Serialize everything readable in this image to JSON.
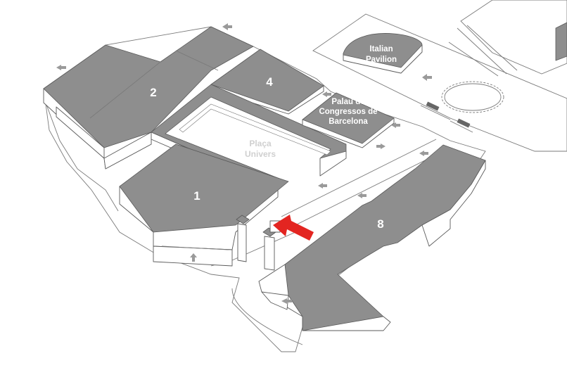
{
  "halls": {
    "hall1": {
      "label": "1"
    },
    "hall2": {
      "label": "2"
    },
    "hall4": {
      "label": "4"
    },
    "hall8": {
      "label": "8"
    },
    "palau": {
      "line1": "Palau de",
      "line2": "Congressos de",
      "line3": "Barcelona"
    },
    "italian": {
      "line1": "Italian",
      "line2": "Pavilion"
    }
  },
  "plaza": {
    "line1": "Plaça",
    "line2": "Univers"
  },
  "colors": {
    "roof": "#8e8e8e",
    "outline": "#5a5a5a",
    "walkway_arrow": "#9a9a9a",
    "you_are_here_arrow": "#e32521",
    "background": "#ffffff"
  },
  "icons": [
    "walkway-arrow-icon",
    "entrance-pointer-arrow-icon"
  ]
}
